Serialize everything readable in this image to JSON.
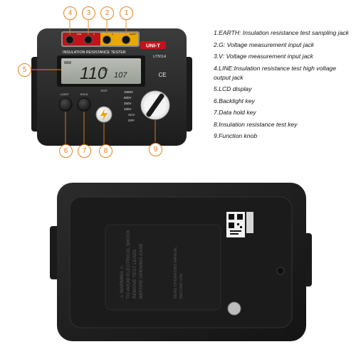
{
  "device": {
    "brand": "UNI-T",
    "model": "UT501A",
    "panel_title": "INSULATION RESISTANCE TESTER",
    "display_main": "110",
    "display_unit": "MΩ",
    "display_sub": "107",
    "display_ce": "CE",
    "key_light": "LIGHT",
    "key_hold": "HOLD",
    "key_test": "TEST",
    "knob_ranges": [
      "1000V",
      "500V",
      "250V",
      "100V",
      "ACV",
      "OFF"
    ],
    "jack_labels": [
      "LINE",
      "V",
      "G",
      "EARTH"
    ],
    "rear_warning_lines": [
      "⚠ WARNING ⚠",
      "TO AVOID ELECTRICAL SHOCK",
      "REMOVE TEST LEADS",
      "BEFORE OPENING CASE"
    ],
    "rear_manual_lines": [
      "READ OPERATING MANUAL",
      "BEFORE USE"
    ]
  },
  "callouts": [
    {
      "n": "1"
    },
    {
      "n": "2"
    },
    {
      "n": "3"
    },
    {
      "n": "4"
    },
    {
      "n": "5"
    },
    {
      "n": "6"
    },
    {
      "n": "7"
    },
    {
      "n": "8"
    },
    {
      "n": "9"
    }
  ],
  "legend": [
    "1.EARTH: Insulation resistance test sampling jack",
    "2.G: Voltage measurement input jack",
    "3.V: Voltage measurement input jack",
    "4.LINE:Insulation resistance test high voltage output jack",
    "5.LCD display",
    "6.Backlight key",
    "7.Data hold key",
    "8.Insulation resistance test key",
    "9.Function knob"
  ],
  "colors": {
    "accent": "#e8821e",
    "body": "#2b2b2b",
    "lcd": "#a9aea6",
    "jack_red": "#c4121a",
    "jack_yellow": "#e8a800"
  }
}
